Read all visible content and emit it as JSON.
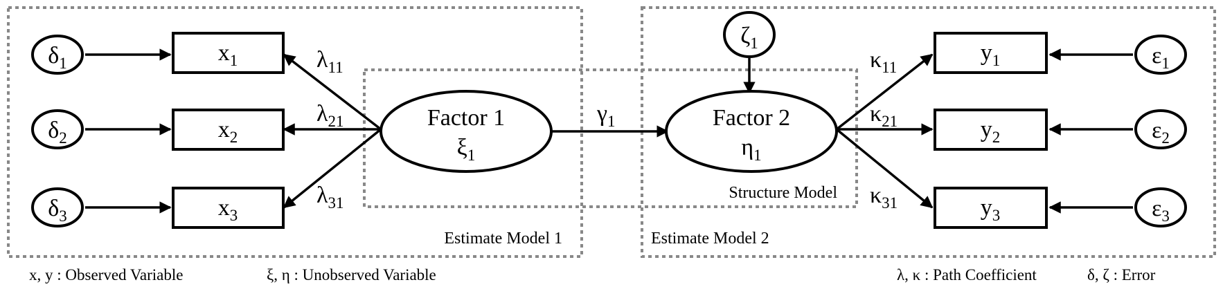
{
  "regions": {
    "estimate1": "Estimate Model 1",
    "estimate2": "Estimate Model 2",
    "structure": "Structure Model"
  },
  "factors": {
    "f1": {
      "name": "Factor 1",
      "sym": "ξ",
      "sub": "1"
    },
    "f2": {
      "name": "Factor 2",
      "sym": "η",
      "sub": "1"
    }
  },
  "x_vars": [
    {
      "sym": "x",
      "sub": "1"
    },
    {
      "sym": "x",
      "sub": "2"
    },
    {
      "sym": "x",
      "sub": "3"
    }
  ],
  "y_vars": [
    {
      "sym": "y",
      "sub": "1"
    },
    {
      "sym": "y",
      "sub": "2"
    },
    {
      "sym": "y",
      "sub": "3"
    }
  ],
  "delta_errors": [
    {
      "sym": "δ",
      "sub": "1"
    },
    {
      "sym": "δ",
      "sub": "2"
    },
    {
      "sym": "δ",
      "sub": "3"
    }
  ],
  "epsilon_errors": [
    {
      "sym": "ε",
      "sub": "1"
    },
    {
      "sym": "ε",
      "sub": "2"
    },
    {
      "sym": "ε",
      "sub": "3"
    }
  ],
  "zeta": {
    "sym": "ζ",
    "sub": "1"
  },
  "lambdas": [
    {
      "sym": "λ",
      "sub": "11"
    },
    {
      "sym": "λ",
      "sub": "21"
    },
    {
      "sym": "λ",
      "sub": "31"
    }
  ],
  "kappas": [
    {
      "sym": "κ",
      "sub": "11"
    },
    {
      "sym": "κ",
      "sub": "21"
    },
    {
      "sym": "κ",
      "sub": "31"
    }
  ],
  "gamma": {
    "sym": "γ",
    "sub": "1"
  },
  "legend": {
    "observed": "x, y : Observed Variable",
    "unobserved": "ξ, η : Unobserved Variable",
    "path": "λ, κ : Path Coefficient",
    "error": "δ, ζ : Error"
  }
}
